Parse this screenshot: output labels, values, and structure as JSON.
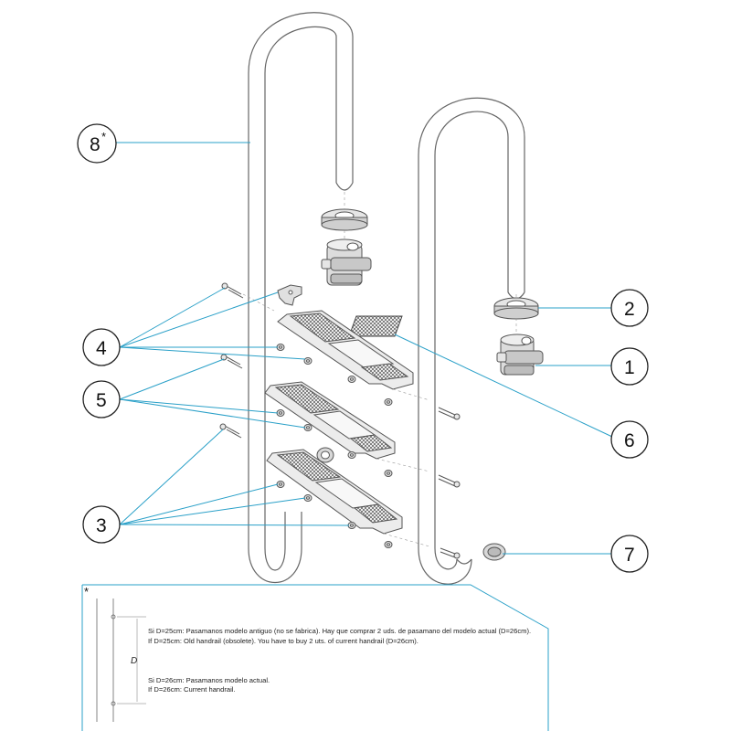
{
  "callouts": [
    {
      "id": "1",
      "label": "1"
    },
    {
      "id": "2",
      "label": "2"
    },
    {
      "id": "3",
      "label": "3"
    },
    {
      "id": "4",
      "label": "4"
    },
    {
      "id": "5",
      "label": "5"
    },
    {
      "id": "6",
      "label": "6"
    },
    {
      "id": "7",
      "label": "7"
    },
    {
      "id": "8",
      "label": "8",
      "superscript": "*"
    }
  ],
  "note": {
    "marker": "*",
    "dimension_label": "D",
    "lines": [
      "Si D=25cm: Pasamanos modelo antiguo (no se fabrica). Hay que comprar 2 uds. de pasamano del modelo actual (D=26cm).",
      "If D=25cm: Old handrail (obsolete). You have to buy 2 uts. of current handrail (D=26cm).",
      "Si D=26cm: Pasamanos modelo actual.",
      "If D=26cm: Current handrail."
    ]
  },
  "colors": {
    "leader": "#2aa0c8",
    "outline": "#555555",
    "note_border": "#2aa0c8"
  }
}
